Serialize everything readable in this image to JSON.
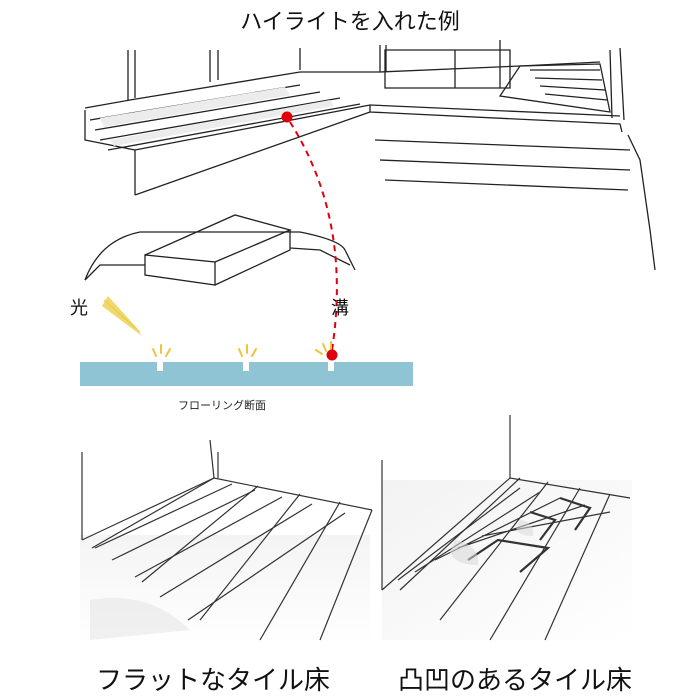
{
  "title": "ハイライトを入れた例",
  "labels": {
    "light": "光",
    "groove": "溝",
    "floor_section": "フローリング断面",
    "flat_tile": "フラットなタイル床",
    "uneven_tile": "凸凹のあるタイル床"
  },
  "colors": {
    "cross_section": "#8fc4d5",
    "highlight_dot": "#e0000c",
    "light_rays": "#f0d96a",
    "line_art": "#222222"
  }
}
